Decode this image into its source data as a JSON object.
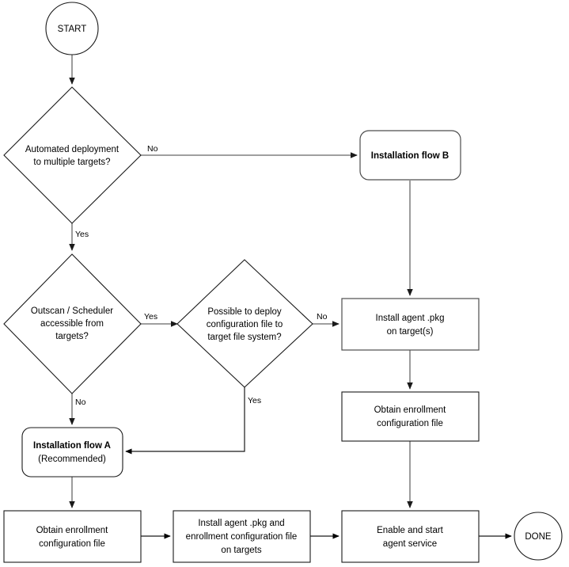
{
  "diagram": {
    "title": "Agent installation deployment decision flowchart",
    "type": "flowchart",
    "colors": {
      "background": "#ffffff",
      "shape_stroke": "#4d4d4d",
      "shape_fill": "#ffffff",
      "connector": "#666666",
      "text": "#000000"
    }
  },
  "nodes": {
    "start": {
      "shape": "circle",
      "label": "START"
    },
    "decision_automated": {
      "shape": "diamond",
      "line1": "Automated deployment",
      "line2": "to multiple targets?"
    },
    "decision_outscan": {
      "shape": "diamond",
      "line1": "Outscan / Scheduler",
      "line2": "accessible from",
      "line3": "targets?"
    },
    "decision_config_deploy": {
      "shape": "diamond",
      "line1": "Possible to deploy",
      "line2": "configuration file to",
      "line3": "target file system?"
    },
    "flow_b": {
      "shape": "rounded-rectangle",
      "label": "Installation flow B"
    },
    "flow_a": {
      "shape": "rounded-rectangle",
      "line1": "Installation flow A",
      "line2": "(Recommended)"
    },
    "install_pkg_targets": {
      "shape": "rectangle",
      "line1": "Install agent .pkg",
      "line2": "on target(s)"
    },
    "obtain_enrollment_right": {
      "shape": "rectangle",
      "line1": "Obtain enrollment",
      "line2": "configuration file"
    },
    "obtain_enrollment_bottom": {
      "shape": "rectangle",
      "line1": "Obtain enrollment",
      "line2": "configuration file"
    },
    "install_pkg_and_config": {
      "shape": "rectangle",
      "line1": "Install agent .pkg and",
      "line2": "enrollment configuration file",
      "line3": "on targets"
    },
    "enable_start_service": {
      "shape": "rectangle",
      "line1": "Enable and start",
      "line2": "agent service"
    },
    "done": {
      "shape": "circle",
      "label": "DONE"
    }
  },
  "edge_labels": {
    "automated_no": "No",
    "automated_yes": "Yes",
    "outscan_yes": "Yes",
    "outscan_no": "No",
    "config_no": "No",
    "config_yes": "Yes"
  }
}
